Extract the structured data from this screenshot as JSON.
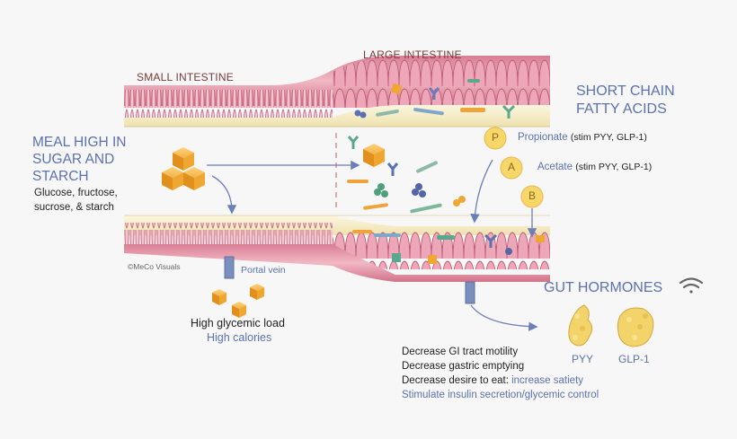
{
  "labels": {
    "small_intestine": "SMALL INTESTINE",
    "large_intestine": "LARGE INTESTINE",
    "meal_line1": "MEAL HIGH IN",
    "meal_line2": "SUGAR AND",
    "meal_line3": "STARCH",
    "sugars_line1": "Glucose, fructose,",
    "sugars_line2": "sucrose, & starch",
    "copyright": "©MeCo Visuals",
    "portal_vein": "Portal vein",
    "high_glycemic": "High glycemic load",
    "high_calories": "High calories",
    "scfa_line1": "SHORT CHAIN",
    "scfa_line2": "FATTY ACIDS",
    "propionate_letter": "P",
    "propionate_name": "Propionate",
    "propionate_note": "(stim PYY, GLP-1)",
    "acetate_letter": "A",
    "acetate_name": "Acetate",
    "acetate_note": "(stim PYY, GLP-1)",
    "butyrate_letter": "B",
    "gut_hormones": "GUT HORMONES",
    "pyy": "PYY",
    "glp1": "GLP-1",
    "effect1": "Decrease GI tract motility",
    "effect2": "Decrease gastric emptying",
    "effect3_prefix": "Decrease desire to eat:",
    "effect3_suffix": "increase satiety",
    "effect4": "Stimulate insulin secretion/glycemic control"
  },
  "colors": {
    "tissue_pink": "#e9a3b3",
    "tissue_dark": "#c96f86",
    "lumen_cream": "#f6efcf",
    "accent_blue": "#5b72b0",
    "cube_orange": "#f0a732",
    "vein_blue": "#6f86b8",
    "scfa_circle": "#f7d76a"
  },
  "icons": [
    "sugar-cube-icon",
    "wifi-signal-icon",
    "propionate-badge",
    "acetate-badge",
    "butyrate-badge",
    "pyy-molecule-icon",
    "glp1-molecule-icon"
  ]
}
